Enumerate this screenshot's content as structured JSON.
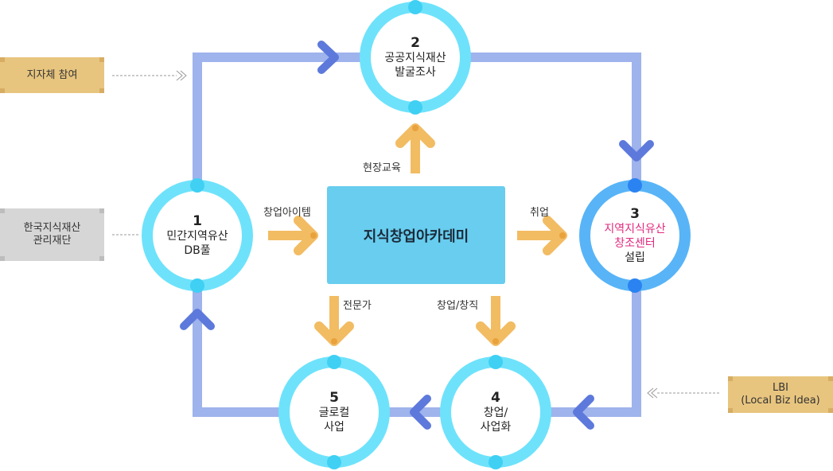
{
  "colors": {
    "loop": "#9fb3ec",
    "loop_chevron": "#5d79db",
    "ring_light": "#6ee2fb",
    "ring_strong": "#58b4f7",
    "dot_light": "#3fd0f4",
    "dot_strong": "#2b83f2",
    "orange": "#f2bc63",
    "orange_dark": "#e9a23c",
    "academy": "#68cdee",
    "gold_tag": "#e8c57f",
    "gray_tag": "#d6d6d6",
    "pink": "#e2297d"
  },
  "center": {
    "title": "지식창업아카데미"
  },
  "nodes": {
    "n1": {
      "num": "1",
      "label": "민간지역유산\nDB풀"
    },
    "n2": {
      "num": "2",
      "label": "공공지식재산\n발굴조사"
    },
    "n3": {
      "num": "3",
      "label_highlight": "지역지식유산\n창조센터",
      "label": "설립"
    },
    "n4": {
      "num": "4",
      "label": "창업/\n사업화"
    },
    "n5": {
      "num": "5",
      "label": "글로컬\n사업"
    }
  },
  "edge_labels": {
    "field_training": "현장교육",
    "startup_item": "창업아이템",
    "employment": "취업",
    "expert": "전문가",
    "startup_job": "창업/창직"
  },
  "side_tags": {
    "local_gov": "지자체 참여",
    "foundation": "한국지식재산\n관리재단",
    "lbi": "LBI\n(Local Biz Idea)"
  }
}
